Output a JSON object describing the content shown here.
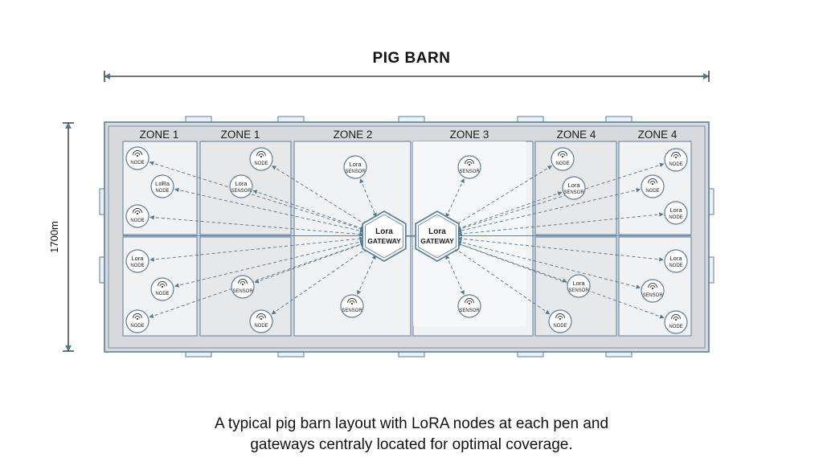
{
  "title": "PIG BARN",
  "dimension_label": "1700m",
  "zones": [
    "ZONE 1",
    "ZONE 1",
    "ZONE 2",
    "ZONE 3",
    "ZONE 4",
    "ZONE 4"
  ],
  "gateways": [
    {
      "line1": "Lora",
      "line2": "GATEWAY"
    },
    {
      "line1": "Lora",
      "line2": "GATEWAY"
    }
  ],
  "nodes": [
    {
      "icon": "wifi-icon",
      "label": "NODE",
      "gateway": 0
    },
    {
      "line1": "LoRa",
      "label": "NODE",
      "gateway": 0
    },
    {
      "icon": "wifi-icon",
      "label": "NODE",
      "gateway": 0
    },
    {
      "line1": "Lora",
      "label": "NODE",
      "gateway": 0
    },
    {
      "icon": "wifi-icon",
      "label": "NODE",
      "gateway": 0
    },
    {
      "icon": "wifi-icon",
      "label": "NODE",
      "gateway": 0
    },
    {
      "icon": "wifi-icon",
      "label": "NODE",
      "gateway": 0
    },
    {
      "line1": "Lora",
      "label": "SENSOR",
      "gateway": 0
    },
    {
      "icon": "wifi-icon",
      "label": "SENSOR",
      "gateway": 0
    },
    {
      "icon": "wifi-icon",
      "label": "NODE",
      "gateway": 0
    },
    {
      "line1": "Lora",
      "label": "SENSOR",
      "gateway": 0
    },
    {
      "icon": "wifi-icon",
      "label": "SENSOR",
      "gateway": 0
    },
    {
      "icon": "wifi-icon",
      "label": "SENSOR",
      "gateway": 1
    },
    {
      "icon": "wifi-icon",
      "label": "SENSOR",
      "gateway": 1
    },
    {
      "icon": "wifi-icon",
      "label": "NODE",
      "gateway": 1
    },
    {
      "line1": "Lora",
      "label": "SENSOR",
      "gateway": 1
    },
    {
      "line1": "Lora",
      "label": "SENSOR",
      "gateway": 1
    },
    {
      "icon": "wifi-icon",
      "label": "NODE",
      "gateway": 1
    },
    {
      "icon": "wifi-icon",
      "label": "NODE",
      "gateway": 1
    },
    {
      "icon": "wifi-icon",
      "label": "NODE",
      "gateway": 1
    },
    {
      "line1": "Lora",
      "label": "NODE",
      "gateway": 1
    },
    {
      "line1": "Lora",
      "label": "NODE",
      "gateway": 1
    },
    {
      "icon": "wifi-icon",
      "label": "SENSOR",
      "gateway": 1
    },
    {
      "icon": "wifi-icon",
      "label": "NODE",
      "gateway": 1
    }
  ],
  "caption_lines": [
    "A typical pig barn layout with LoRA nodes at each pen and",
    "gateways centraly located for optimal coverage."
  ],
  "colors": {
    "wall": "#5b7f9e",
    "floor": "#d7d9dc",
    "pen": "#f1f2f3",
    "arrow": "#4f7790",
    "node_border": "#5b7f9e"
  }
}
